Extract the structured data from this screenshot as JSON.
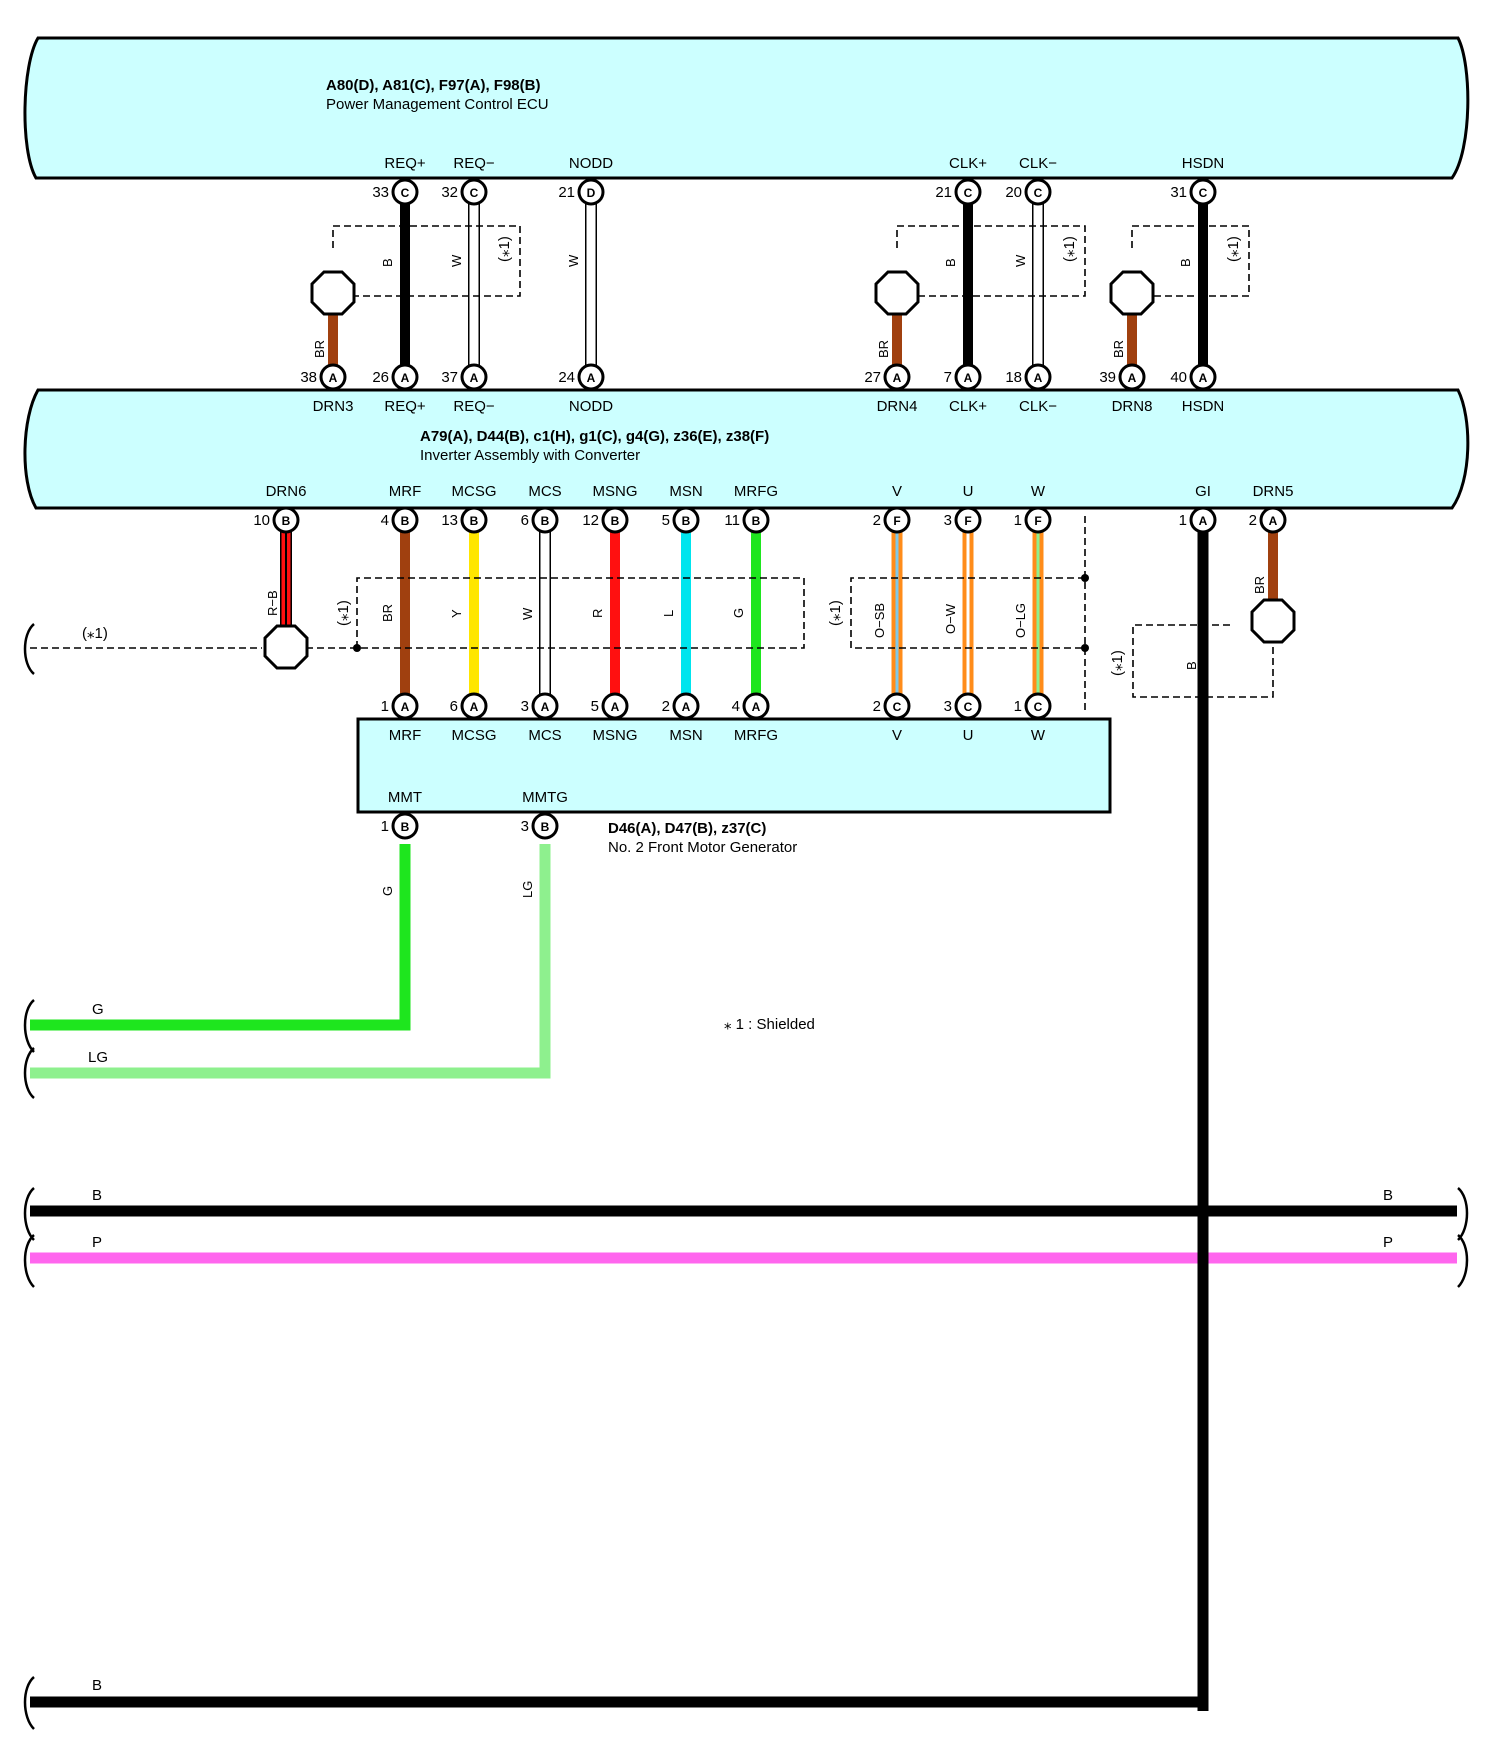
{
  "components": {
    "ecu": {
      "ids": "A80(D), A81(C), F97(A), F98(B)",
      "name": "Power Management Control ECU"
    },
    "inverter": {
      "ids": "A79(A), D44(B), c1(H), g1(C), g4(G), z36(E), z38(F)",
      "name": "Inverter Assembly with Converter"
    },
    "mg": {
      "ids": "D46(A), D47(B), z37(C)",
      "name": "No.  2 Front Motor Generator"
    }
  },
  "ecu_pins": [
    {
      "term": "REQ+",
      "num": "33",
      "conn": "C"
    },
    {
      "term": "REQ−",
      "num": "32",
      "conn": "C"
    },
    {
      "term": "NODD",
      "num": "21",
      "conn": "D"
    },
    {
      "term": "CLK+",
      "num": "21",
      "conn": "C"
    },
    {
      "term": "CLK−",
      "num": "20",
      "conn": "C"
    },
    {
      "term": "HSDN",
      "num": "31",
      "conn": "C"
    }
  ],
  "inv_top_pins": [
    {
      "term": "DRN3",
      "num": "38",
      "conn": "A"
    },
    {
      "term": "REQ+",
      "num": "26",
      "conn": "A"
    },
    {
      "term": "REQ−",
      "num": "37",
      "conn": "A"
    },
    {
      "term": "NODD",
      "num": "24",
      "conn": "A"
    },
    {
      "term": "DRN4",
      "num": "27",
      "conn": "A"
    },
    {
      "term": "CLK+",
      "num": "7",
      "conn": "A"
    },
    {
      "term": "CLK−",
      "num": "18",
      "conn": "A"
    },
    {
      "term": "DRN8",
      "num": "39",
      "conn": "A"
    },
    {
      "term": "HSDN",
      "num": "40",
      "conn": "A"
    }
  ],
  "inv_bottom_pins": [
    {
      "term": "DRN6",
      "num": "10",
      "conn": "B"
    },
    {
      "term": "MRF",
      "num": "4",
      "conn": "B"
    },
    {
      "term": "MCSG",
      "num": "13",
      "conn": "B"
    },
    {
      "term": "MCS",
      "num": "6",
      "conn": "B"
    },
    {
      "term": "MSNG",
      "num": "12",
      "conn": "B"
    },
    {
      "term": "MSN",
      "num": "5",
      "conn": "B"
    },
    {
      "term": "MRFG",
      "num": "11",
      "conn": "B"
    },
    {
      "term": "V",
      "num": "2",
      "conn": "F"
    },
    {
      "term": "U",
      "num": "3",
      "conn": "F"
    },
    {
      "term": "W",
      "num": "1",
      "conn": "F"
    },
    {
      "term": "GI",
      "num": "1",
      "conn": "A"
    },
    {
      "term": "DRN5",
      "num": "2",
      "conn": "A"
    }
  ],
  "mg_top_pins": [
    {
      "term": "MRF",
      "num": "1",
      "conn": "A"
    },
    {
      "term": "MCSG",
      "num": "6",
      "conn": "A"
    },
    {
      "term": "MCS",
      "num": "3",
      "conn": "A"
    },
    {
      "term": "MSNG",
      "num": "5",
      "conn": "A"
    },
    {
      "term": "MSN",
      "num": "2",
      "conn": "A"
    },
    {
      "term": "MRFG",
      "num": "4",
      "conn": "A"
    },
    {
      "term": "V",
      "num": "2",
      "conn": "C"
    },
    {
      "term": "U",
      "num": "3",
      "conn": "C"
    },
    {
      "term": "W",
      "num": "1",
      "conn": "C"
    }
  ],
  "mg_bottom_pins": [
    {
      "term": "MMT",
      "num": "1",
      "conn": "B"
    },
    {
      "term": "MMTG",
      "num": "3",
      "conn": "B"
    }
  ],
  "wire_labels": {
    "req_plus": "B",
    "req_minus": "W",
    "nodd": "W",
    "clk_plus": "B",
    "clk_minus": "W",
    "hsdn": "B",
    "drn3": "BR",
    "drn4": "BR",
    "drn8": "BR",
    "drn5": "BR",
    "drn6": "R−B",
    "mrf": "BR",
    "mcsg": "Y",
    "mcs": "W",
    "msng": "R",
    "msn": "L",
    "mrfg": "G",
    "v": "O−SB",
    "u": "O−W",
    "w": "O−LG",
    "gi": "B",
    "mmt": "G",
    "mmtg": "LG"
  },
  "shield_label": "(⁎1)",
  "shield_label_left": "(⁎1)",
  "bus_labels": {
    "g": "G",
    "lg": "LG",
    "b_left": "B",
    "b_right": "B",
    "p_left": "P",
    "p_right": "P",
    "b_bottom": "B"
  },
  "note": "⁎ 1 : Shielded",
  "colors": {
    "component_fill": "#ccffff",
    "brown": "#a0400f",
    "black": "#000000",
    "yellow": "#ffe600",
    "red": "#ff1010",
    "light_blue": "#00e5ee",
    "green": "#1ee61e",
    "orange": "#ff8c1a",
    "sky_blue": "#7fc8e8",
    "light_green": "#8ef08e",
    "pink": "#ff66ee"
  }
}
